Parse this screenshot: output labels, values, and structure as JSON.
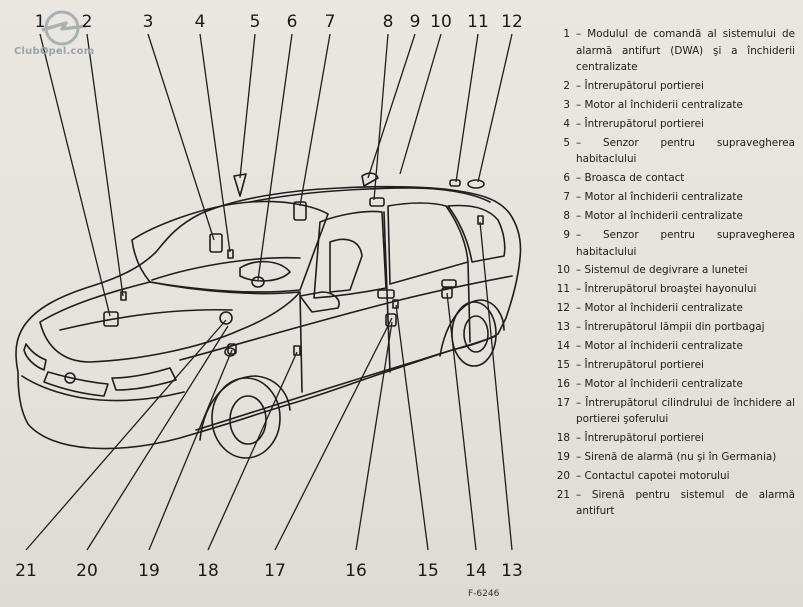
{
  "logo": {
    "text": "ClubOpel.com"
  },
  "figure_code": "F-6246",
  "callouts_top": [
    "1",
    "2",
    "3",
    "4",
    "5",
    "6",
    "7",
    "8",
    "9",
    "10",
    "11",
    "12"
  ],
  "callouts_bottom": [
    "21",
    "20",
    "19",
    "18",
    "17",
    "16",
    "15",
    "14",
    "13"
  ],
  "legend": [
    {
      "num": "1",
      "text": "– Modulul de comandă al sistemului de alarmă antifurt (DWA) şi a închiderii centralizate"
    },
    {
      "num": "2",
      "text": "– Întrerupătorul portierei"
    },
    {
      "num": "3",
      "text": "– Motor al închiderii centralizate"
    },
    {
      "num": "4",
      "text": "– Întrerupătorul portierei"
    },
    {
      "num": "5",
      "text": "– Senzor pentru supravegherea habitaclului"
    },
    {
      "num": "6",
      "text": "– Broasca de contact"
    },
    {
      "num": "7",
      "text": "– Motor al închiderii centralizate"
    },
    {
      "num": "8",
      "text": "– Motor al închiderii centralizate"
    },
    {
      "num": "9",
      "text": "– Senzor pentru supravegherea habitaclului"
    },
    {
      "num": "10",
      "text": "– Sistemul de degivrare a lunetei"
    },
    {
      "num": "11",
      "text": "– Întrerupătorul broaştei hayonului"
    },
    {
      "num": "12",
      "text": "– Motor al închiderii centralizate"
    },
    {
      "num": "13",
      "text": "– Întrerupătorul lămpii din portbagaj"
    },
    {
      "num": "14",
      "text": "– Motor al închiderii centralizate"
    },
    {
      "num": "15",
      "text": "– Întrerupătorul portierei"
    },
    {
      "num": "16",
      "text": "– Motor al închiderii centralizate"
    },
    {
      "num": "17",
      "text": "– Întrerupătorul cilindrului de închidere al portierei şoferului"
    },
    {
      "num": "18",
      "text": "– Întrerupătorul portierei"
    },
    {
      "num": "19",
      "text": "– Sirenă de alarmă (nu şi în Germania)"
    },
    {
      "num": "20",
      "text": "– Contactul capotei motorului"
    },
    {
      "num": "21",
      "text": "– Sirenă pentru sistemul de alarmă antifurt"
    }
  ]
}
